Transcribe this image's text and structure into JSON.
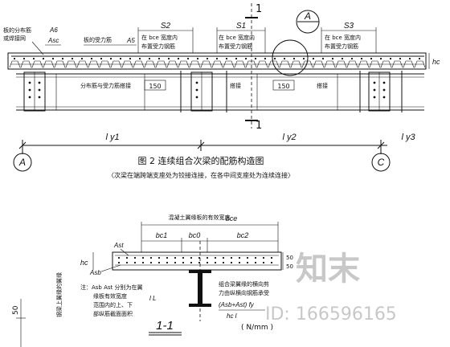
{
  "figure2": {
    "title": "图 2 连续组合次梁的配筋构造图",
    "note": "〈次梁在端跨端支座处为铰接连接，在各中间支座处为连续连接〉",
    "labels": {
      "dist_bar": "板的分布筋",
      "or_mesh": "或焊接网",
      "slab_bar": "板的受力筋",
      "a6": "A6",
      "asc": "Asc",
      "a5": "A5",
      "s2": "S2",
      "s1": "S1",
      "s3": "S3",
      "bce_note_1": "在 bce 宽度内",
      "bce_note_2": "布置受力钢筋",
      "dim_150": "150",
      "dist_same": "分布筋与受力筋搭接",
      "lap": "搭接",
      "section_mark": "1",
      "detail_mark": "A",
      "hc": "hc",
      "ly1": "l y1",
      "ly2": "l y2",
      "ly3": "l y3",
      "axis_a": "A",
      "axis_c": "C"
    }
  },
  "section11": {
    "title": "1-1",
    "labels": {
      "slab_note": "混凝土翼缘板的有效宽度",
      "bce": "bce",
      "bc1": "bc1",
      "bc0": "bc0",
      "bc2": "bc2",
      "ast": "Ast",
      "asb": "Asb",
      "hc": "hc",
      "dim_50a": "50",
      "dim_50b": "50",
      "note_1": "注：Asb Ast 分别为在翼",
      "note_2": "缘板有效宽度",
      "note_3": "范围内的上、下",
      "note_4": "部纵筋截面面积",
      "right_1": "组合梁翼缘的横向剪",
      "right_2": "力由纵横向钢筋承受",
      "right_3": "(Asb+Ast) fy",
      "right_4": "hc l",
      "unit": "( N/mm )",
      "vertical": "钢梁上翼缘的翼缘",
      "bottom_50": "50",
      "l_label": "l",
      "lt": "l L"
    }
  },
  "watermark": {
    "brand": "知末",
    "id": "ID: 166596165"
  }
}
